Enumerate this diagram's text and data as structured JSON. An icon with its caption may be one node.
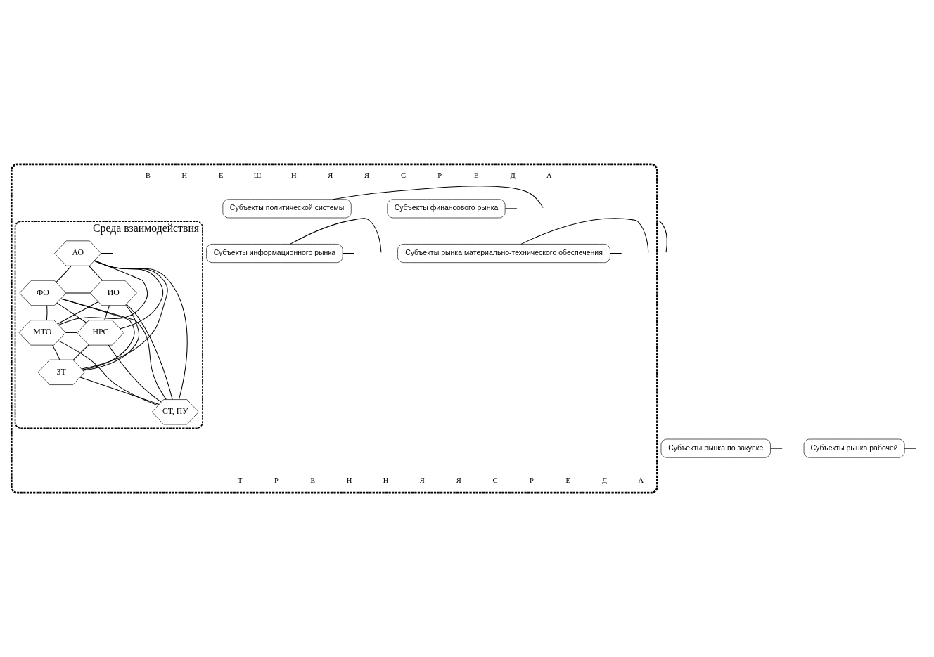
{
  "diagram": {
    "nodes": [
      {
        "text": [],
        "shape": "ellipse"
      },
      {
        "text": [
          "Субъекты финансового рынка"
        ],
        "in": 0
      },
      {
        "text": [
          "Субъекты политической системы"
        ],
        "in": 0
      },
      {
        "text": [
          "Среда взаимодействия"
        ],
        "in": 0
      },
      {
        "text": [
          "АО"
        ],
        "in": 3
      },
      {
        "text": [
          "ФО"
        ],
        "in": 3
      },
      {
        "text": [
          "ИО"
        ],
        "in": 3
      },
      {
        "text": [
          "МТО"
        ],
        "in": 3
      },
      {
        "text": [
          "НРС"
        ],
        "in": 3
      },
      {
        "text": [
          "ЗТ"
        ],
        "in": 3
      },
      {
        "text": [
          "СТ, ПУ"
        ],
        "in": 3
      },
      {
        "text": [
          "Субъекты информационного рынка"
        ],
        "in": 0
      },
      {
        "text": [
          "Субъекты рынка материально-технического обеспечения"
        ],
        "in": 0
      },
      {
        "text": [
          "Субъекты рынка по закупке"
        ]
      },
      {
        "text": [
          "Субъекты рынка рабочей"
        ]
      }
    ],
    "edges": [
      {
        "from": 5,
        "to": 4,
        "arrow": "none"
      },
      {
        "from": 4,
        "to": 6,
        "arrow": "none"
      },
      {
        "from": 6,
        "to": 8,
        "arrow": "none"
      },
      {
        "from": 8,
        "to": 10,
        "arrow": "none"
      },
      {
        "from": 10,
        "to": 9,
        "arrow": "none"
      },
      {
        "from": 9,
        "to": 7,
        "arrow": "none"
      },
      {
        "from": 7,
        "to": 5,
        "arrow": "none"
      },
      {
        "from": 4,
        "to": 7,
        "arrow": "none"
      },
      {
        "from": 4,
        "to": 9,
        "arrow": "none"
      },
      {
        "from": 4,
        "to": 10,
        "arrow": "none"
      },
      {
        "from": 4,
        "to": 8,
        "arrow": "none"
      },
      {
        "from": 5,
        "to": 6,
        "arrow": "none"
      },
      {
        "from": 5,
        "to": 8,
        "arrow": "none"
      },
      {
        "from": 5,
        "to": 10,
        "arrow": "none"
      },
      {
        "from": 5,
        "to": 9,
        "arrow": "none"
      },
      {
        "from": 7,
        "to": 6,
        "arrow": "none"
      },
      {
        "from": 7,
        "to": 8,
        "arrow": "none"
      },
      {
        "from": 7,
        "to": 10,
        "arrow": "none"
      },
      {
        "from": 6,
        "to": 9,
        "arrow": "none"
      },
      {
        "from": 6,
        "to": 10,
        "arrow": "none"
      },
      {
        "from": 9,
        "to": 8,
        "arrow": "none"
      },
      {
        "from": 1,
        "to": null,
        "arrow": "none"
      },
      {
        "from": 2,
        "to": null,
        "arrow": "none"
      },
      {
        "from": 4,
        "to": null,
        "arrow": "none"
      },
      {
        "from": 11,
        "to": null,
        "arrow": "none"
      },
      {
        "from": 11,
        "to": null,
        "arrow": "none"
      },
      {
        "from": 12,
        "to": null,
        "arrow": "none"
      },
      {
        "from": 12,
        "to": null,
        "arrow": "none"
      },
      {
        "from": 13,
        "to": null,
        "arrow": "none"
      },
      {
        "from": 14,
        "to": null,
        "arrow": "none"
      },
      {
        "from": 0,
        "to": null,
        "arrow": "none"
      }
    ],
    "labels": [
      "В",
      "Н",
      "Е",
      "Ш",
      "Н",
      "Я",
      "Я",
      "С",
      "Р",
      "Е",
      "Д",
      "А",
      "Т",
      "Р",
      "Е",
      "Н",
      "Н",
      "Я",
      "Я",
      "С",
      "Р",
      "Е",
      "Д",
      "А"
    ]
  }
}
